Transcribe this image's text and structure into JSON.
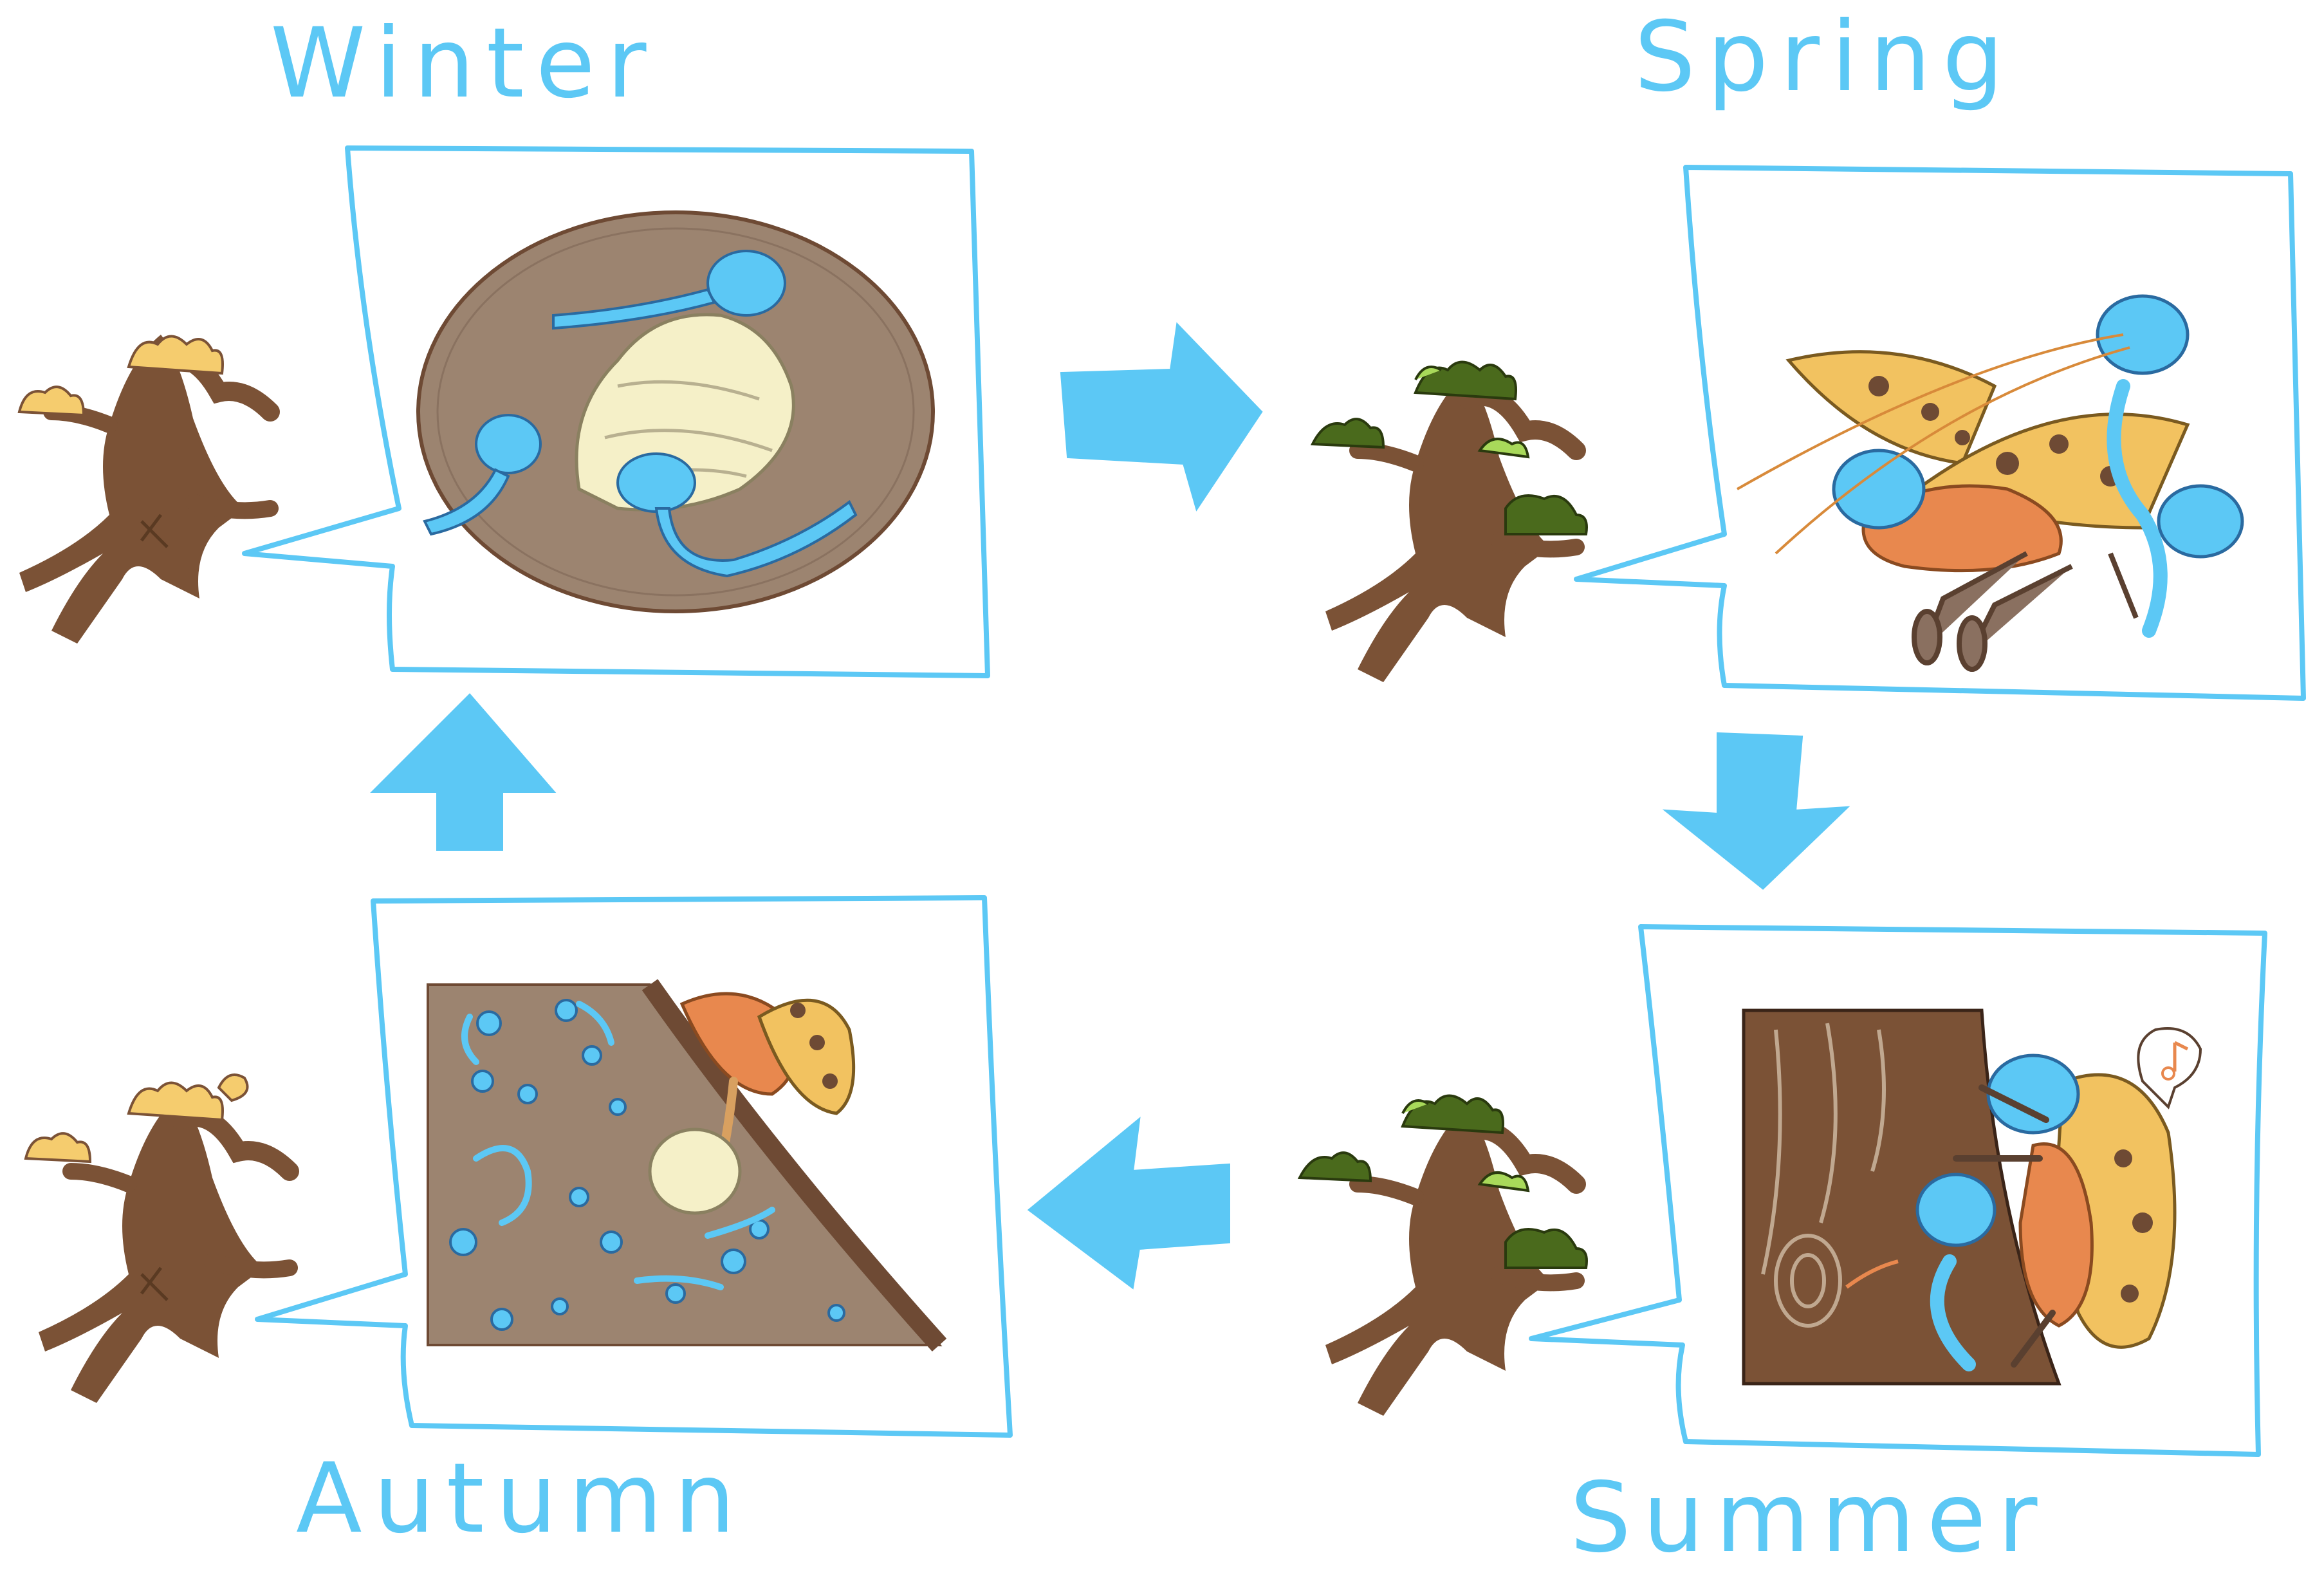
{
  "diagram": {
    "labels": {
      "winter": "Winter",
      "spring": "Spring",
      "summer": "Summer",
      "autumn": "Autumn"
    },
    "cycle_order": [
      "Winter",
      "Spring",
      "Summer",
      "Autumn"
    ],
    "colors": {
      "accent_blue": "#5cc8f5",
      "bark_brown": "#7b5236",
      "soil_brown": "#9c8470",
      "dark_brown": "#6e4a34",
      "autumn_leaf": "#f5cc6e",
      "spring_leaf_dark": "#4a6a1c",
      "spring_leaf_light": "#a8d95a",
      "wing_yellow": "#f2c260",
      "body_orange": "#e8884e",
      "cocoon_cream": "#f5f0c8"
    },
    "icons": {
      "arrow": "block-arrow-icon",
      "music": "music-note-icon",
      "tree": "bonsai-tree-icon"
    }
  }
}
